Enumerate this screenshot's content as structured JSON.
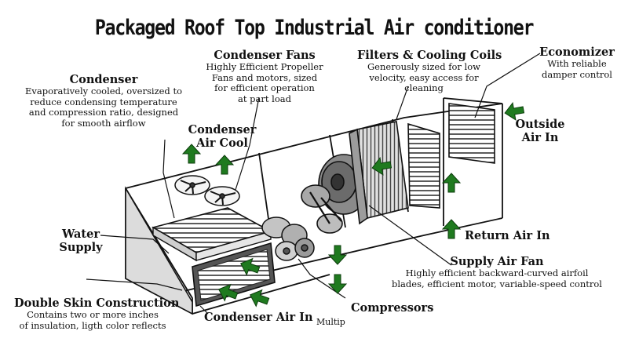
{
  "title": "Packaged Roof Top Industrial Air conditioner",
  "colors": {
    "arrow": "#1f7a1f",
    "outline": "#111111",
    "fill_light": "#e9e9e9",
    "fill_mid": "#bdbdbd",
    "fill_dark": "#555555"
  },
  "labels": {
    "condenser": {
      "heading": "Condenser",
      "lines": [
        "Evaporatively cooled, oversized to",
        "reduce condensing temperature",
        "and compression ratio, designed",
        "for smooth airflow"
      ]
    },
    "condenser_fans": {
      "heading": "Condenser Fans",
      "lines": [
        "Highly Efficient Propeller",
        "Fans and motors, sized",
        "for efficient operation",
        "at part load"
      ]
    },
    "filters": {
      "heading": "Filters & Cooling Coils",
      "lines": [
        "Generously sized for low",
        "velocity, easy access for",
        "cleaning"
      ]
    },
    "economizer": {
      "heading": "Economizer",
      "lines": [
        "With reliable",
        "damper control"
      ]
    },
    "condenser_air_cool": {
      "line1": "Condenser",
      "line2": "Air Cool"
    },
    "outside_air": {
      "line1": "Outside",
      "line2": "Air In"
    },
    "water_supply": {
      "line1": "Water",
      "line2": "Supply"
    },
    "return_air": "Return Air In",
    "supply_fan": {
      "heading": "Supply Air Fan",
      "line": "Highly efficient backward-curved airfoil",
      "line2": "blades, efficient motor, variable-speed control"
    },
    "double_skin": {
      "heading": "Double Skin Construction",
      "lines": [
        "Contains two or more inches",
        "of insulation, ligth color reflects"
      ]
    },
    "condenser_air_in": "Condenser Air In",
    "compressors": "Compressors",
    "multi_cut": "Multip"
  }
}
